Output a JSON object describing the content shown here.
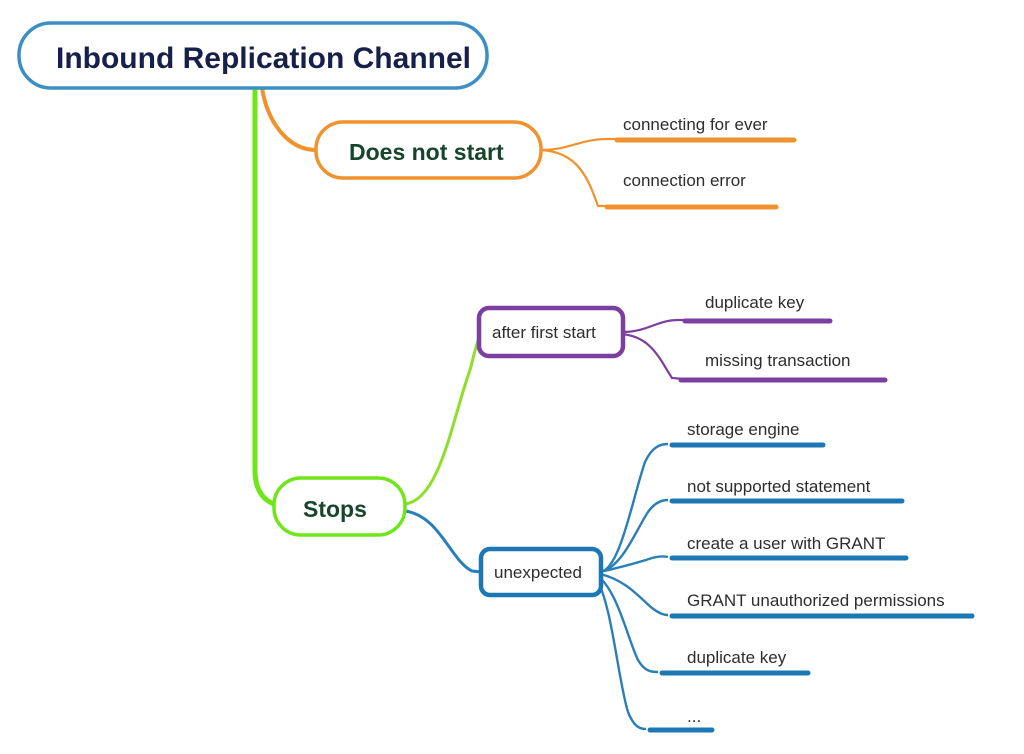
{
  "diagram": {
    "type": "mindmap",
    "title": "Inbound Replication Channel",
    "background": "#ffffff",
    "colors": {
      "root_border": "#3b8fc4",
      "root_text": "#16204a",
      "orange": "#f0922e",
      "green": "#6ee619",
      "purple": "#7b3fa0",
      "blue": "#1c77b5",
      "branch_text": "#17452c",
      "leaf_text": "#2d2d2d"
    }
  },
  "root": {
    "label": "Inbound Replication Channel",
    "color": "#3b8fc4"
  },
  "branches": [
    {
      "label": "Does not start",
      "color": "#f0922e",
      "style": "pill",
      "children": [
        {
          "label": "connecting for ever",
          "color": "#f0922e"
        },
        {
          "label": "connection error",
          "color": "#f0922e"
        }
      ]
    },
    {
      "label": "Stops",
      "color": "#6ee619",
      "style": "pill",
      "children": [
        {
          "label": "after first start",
          "color": "#7b3fa0",
          "style": "rect",
          "children": [
            {
              "label": "duplicate key",
              "color": "#7b3fa0"
            },
            {
              "label": "missing transaction",
              "color": "#7b3fa0"
            }
          ]
        },
        {
          "label": "unexpected",
          "color": "#1c77b5",
          "style": "rect",
          "children": [
            {
              "label": "storage engine",
              "color": "#1c77b5"
            },
            {
              "label": "not supported statement",
              "color": "#1c77b5"
            },
            {
              "label": "create a user with GRANT",
              "color": "#1c77b5"
            },
            {
              "label": "GRANT unauthorized permissions",
              "color": "#1c77b5"
            },
            {
              "label": "duplicate key",
              "color": "#1c77b5"
            },
            {
              "label": "...",
              "color": "#1c77b5"
            }
          ]
        }
      ]
    }
  ]
}
